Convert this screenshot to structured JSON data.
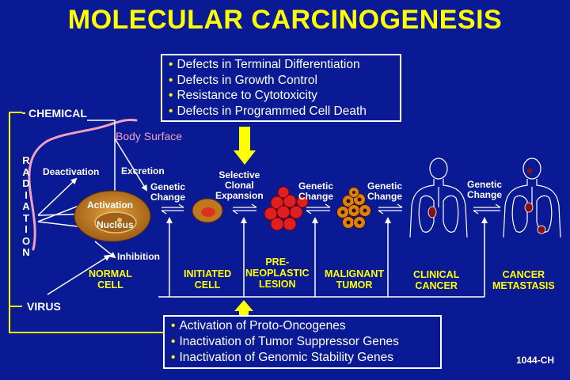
{
  "title": "MOLECULAR CARCINOGENESIS",
  "top_box": {
    "items": [
      "Defects in Terminal Differentiation",
      "Defects in Growth Control",
      "Resistance to Cytotoxicity",
      "Defects in Programmed Cell Death"
    ]
  },
  "bottom_box": {
    "items": [
      "Activation of Proto-Oncogenes",
      "Inactivation of Tumor Suppressor Genes",
      "Inactivation of Genomic Stability Genes"
    ]
  },
  "agents": {
    "chemical": "CHEMICAL",
    "radiation": [
      "R",
      "A",
      "D",
      "I",
      "A",
      "T",
      "I",
      "O",
      "N"
    ],
    "virus": "VIRUS"
  },
  "cell": {
    "body_surface": "Body Surface",
    "deactivation": "Deactivation",
    "excretion": "Excretion",
    "activation": "Activation",
    "nucleus": "Nucleus",
    "inhibition": "Inhibition"
  },
  "arrows": {
    "genetic_change_1": [
      "Genetic",
      "Change"
    ],
    "selective_clonal": [
      "Selective",
      "Clonal",
      "Expansion"
    ],
    "genetic_change_2": [
      "Genetic",
      "Change"
    ],
    "genetic_change_3": [
      "Genetic",
      "Change"
    ],
    "genetic_change_4": [
      "Genetic",
      "Change"
    ]
  },
  "stages": {
    "normal_cell": [
      "NORMAL",
      "CELL"
    ],
    "initiated_cell": [
      "INITIATED",
      "CELL"
    ],
    "preneoplastic": [
      "PRE-",
      "NEOPLASTIC",
      "LESION"
    ],
    "malignant_tumor": [
      "MALIGNANT",
      "TUMOR"
    ],
    "clinical_cancer": [
      "CLINICAL",
      "CANCER"
    ],
    "cancer_metastasis": [
      "CANCER",
      "METASTASIS"
    ]
  },
  "code": "1044-CH",
  "colors": {
    "background": "#0a1a94",
    "title": "#ffff00",
    "stage_labels": "#ffff00",
    "body_surface": "#f0a0c0",
    "cell_fill": "#c07820",
    "lesion_red": "#e02020",
    "tumor_orange": "#e08010"
  }
}
